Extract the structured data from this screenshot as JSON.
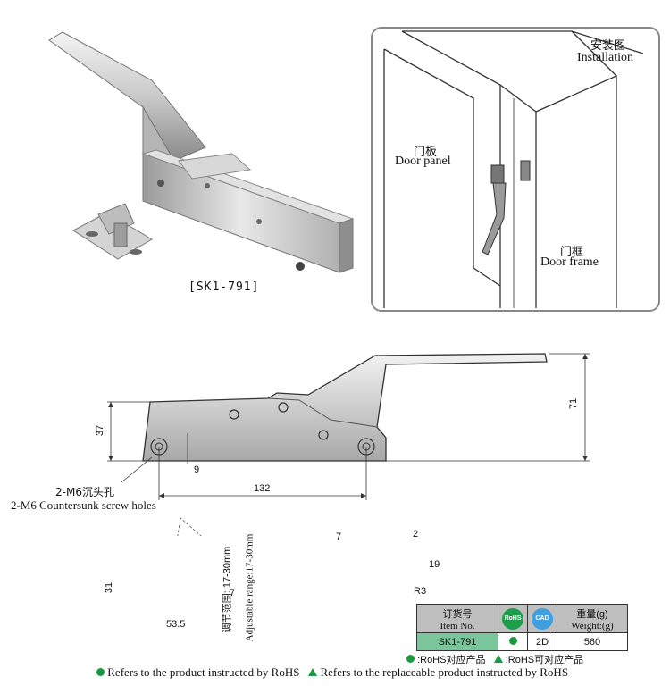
{
  "product": {
    "model_caption": "[SK1-791]"
  },
  "installation": {
    "title_cn": "安装图",
    "title_en": "Installation",
    "door_panel_cn": "门板",
    "door_panel_en": "Door panel",
    "door_frame_cn": "门框",
    "door_frame_en": "Door frame"
  },
  "drawing": {
    "dim_height_body": "37",
    "dim_height_total": "71",
    "dim_hole_offset": "9",
    "dim_hole_spacing": "132",
    "holes_cn": "2-M6沉头孔",
    "holes_en": "2-M6 Countersunk screw holes",
    "striker_height": "31",
    "striker_width": "53.5",
    "striker_base": "7",
    "adjust_cn": "调节范围: 17-30mm",
    "adjust_en": "Adjustable range:17-30mm",
    "slot_width": "7",
    "slot_gap": "2",
    "slot_height": "19",
    "radius": "R3"
  },
  "table": {
    "col_item_cn": "订货号",
    "col_item_en": "Item No.",
    "rohs_icon": "RoHS",
    "cad_icon": "CAD",
    "col_weight_cn": "重量(g)",
    "col_weight_en": "Weight:(g)",
    "item_no": "SK1-791",
    "cad_value": "2D",
    "weight": "560",
    "legend_rohs_cn": "RoHS对应产品",
    "legend_replace_cn": "RoHS可对应产品"
  },
  "footer": {
    "rohs_note": "Refers to the product instructed by RoHS",
    "replace_note": "Refers to the replaceable product instructed by RoHS"
  },
  "colors": {
    "rohs_green": "#1a9a3f",
    "item_cell": "#7ac69a",
    "cad_blue": "#3f9fe0"
  }
}
